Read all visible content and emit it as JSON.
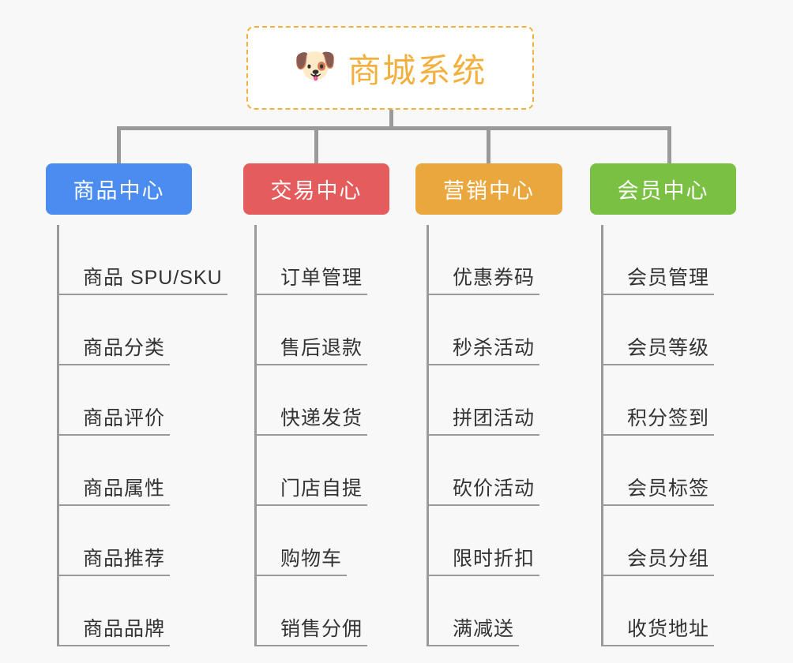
{
  "page": {
    "background_color": "#f8f8f8",
    "type": "mindmap"
  },
  "root": {
    "title": "商城系统",
    "emoji": "🐶",
    "emoji_name": "shiba-inu-dog-face",
    "border_color": "#f2b13f",
    "text_color": "#f2b13f",
    "background_color": "#ffffff"
  },
  "branches": [
    {
      "label": "商品中心",
      "color": "#4a8cf0",
      "items": [
        "商品 SPU/SKU",
        "商品分类",
        "商品评价",
        "商品属性",
        "商品推荐",
        "商品品牌"
      ]
    },
    {
      "label": "交易中心",
      "color": "#e45c5c",
      "items": [
        "订单管理",
        "售后退款",
        "快递发货",
        "门店自提",
        "购物车",
        "销售分佣"
      ]
    },
    {
      "label": "营销中心",
      "color": "#eaa73e",
      "items": [
        "优惠券码",
        "秒杀活动",
        "拼团活动",
        "砍价活动",
        "限时折扣",
        "满减送"
      ]
    },
    {
      "label": "会员中心",
      "color": "#7ac043",
      "items": [
        "会员管理",
        "会员等级",
        "积分签到",
        "会员标签",
        "会员分组",
        "收货地址"
      ]
    }
  ],
  "connector": {
    "color": "#9a9a9a"
  }
}
